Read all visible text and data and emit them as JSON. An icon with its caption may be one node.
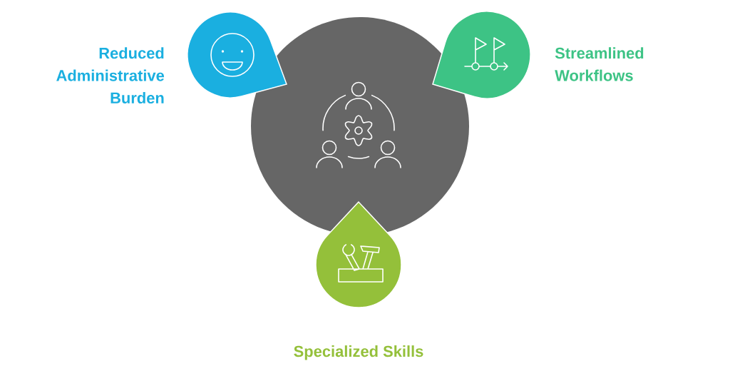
{
  "diagram": {
    "nodes": [
      {
        "text": [],
        "shape": "circle"
      },
      {
        "text": [
          "Reduced Administrative Burden"
        ]
      },
      {
        "text": [
          "Streamlined Workflows"
        ]
      },
      {
        "text": [
          "Specialized Skills"
        ]
      }
    ]
  }
}
